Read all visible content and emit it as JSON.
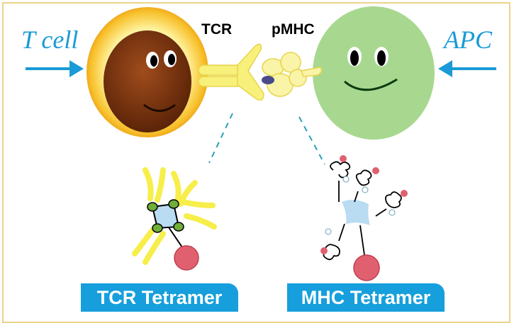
{
  "labels": {
    "t_cell": "T cell",
    "apc": "APC",
    "tcr": "TCR",
    "pmhc": "pMHC",
    "tcr_tetramer": "TCR Tetramer",
    "mhc_tetramer": "MHC Tetramer"
  },
  "colors": {
    "accent_blue": "#169fdc",
    "t_cell_outer": "#f5b21e",
    "t_cell_nucleus": "#7a3510",
    "apc": "#a8d88f",
    "receptor_yellow": "#f7f07a",
    "tetramer_core": "#b9dcf2",
    "fluorophore": "#e06070",
    "frame": "#ecd28a"
  }
}
